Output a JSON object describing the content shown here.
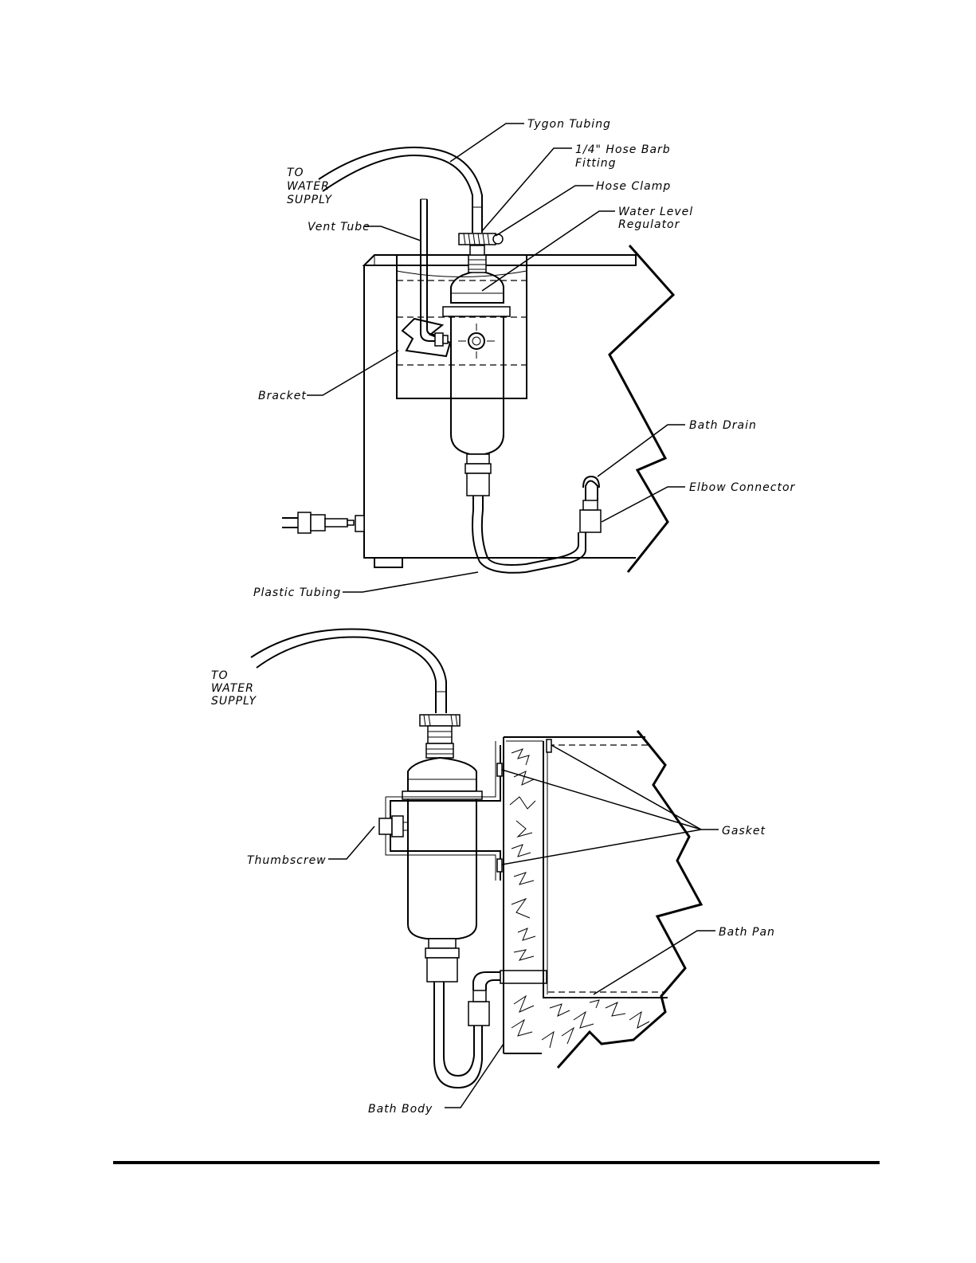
{
  "top_figure": {
    "labels": {
      "tygon_tubing": "Tygon Tubing",
      "hose_barb_line1": "1/4\" Hose Barb",
      "hose_barb_line2": "Fitting",
      "hose_clamp": "Hose Clamp",
      "regulator_line1": "Water Level",
      "regulator_line2": "Regulator",
      "to_water_line1": "TO",
      "to_water_line2": "WATER",
      "to_water_line3": "SUPPLY",
      "vent_tube": "Vent Tube",
      "bracket": "Bracket",
      "bath_drain": "Bath Drain",
      "elbow_connector": "Elbow Connector",
      "plastic_tubing": "Plastic Tubing"
    }
  },
  "bottom_figure": {
    "labels": {
      "to_water_line1": "TO",
      "to_water_line2": "WATER",
      "to_water_line3": "SUPPLY",
      "thumbscrew": "Thumbscrew",
      "gasket": "Gasket",
      "bath_pan": "Bath Pan",
      "bath_body": "Bath Body"
    }
  }
}
